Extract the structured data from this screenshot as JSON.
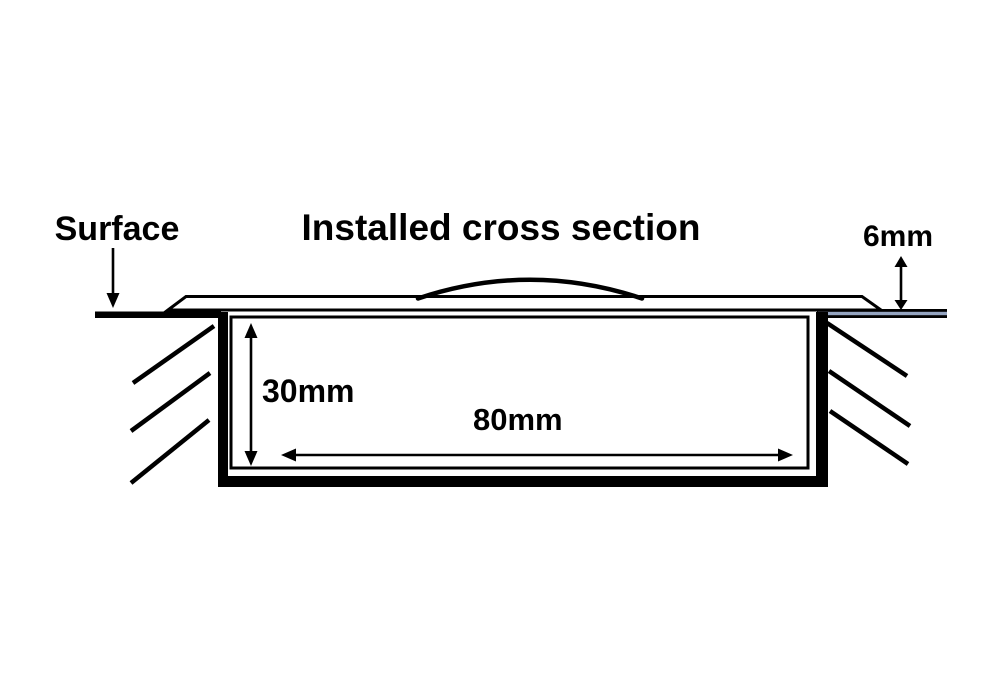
{
  "diagram": {
    "title": "Installed cross section",
    "surface_label": "Surface",
    "dimensions": {
      "above_surface": "6mm",
      "recess_depth": "30mm",
      "recess_width": "80mm"
    },
    "colors": {
      "line": "#000000",
      "background": "#ffffff",
      "surface_core_stripe": "#94a4c0"
    }
  }
}
